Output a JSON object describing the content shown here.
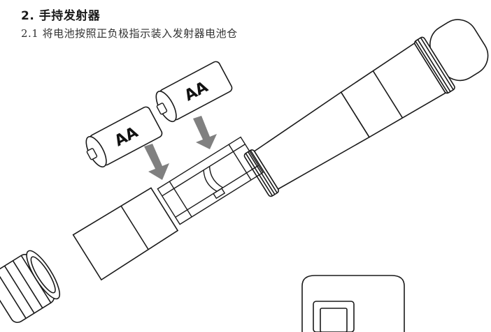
{
  "section": {
    "heading": "2. 手持发射器",
    "step": "2.1 将电池按照正负极指示装入发射器电池仓"
  },
  "battery_label": "AA",
  "colors": {
    "line": "#1a1a1a",
    "arrow": "#808080",
    "background": "#ffffff"
  }
}
